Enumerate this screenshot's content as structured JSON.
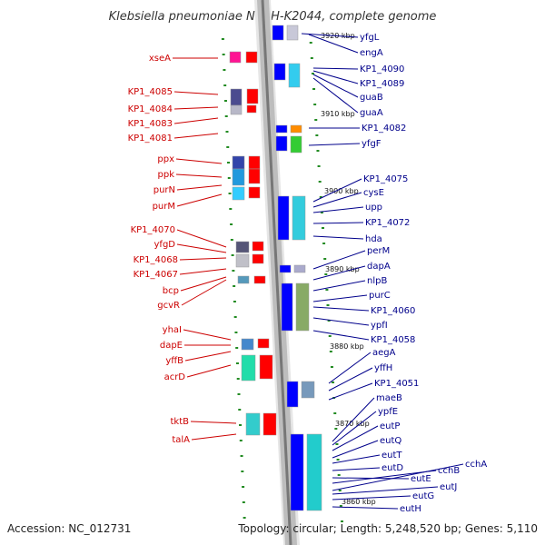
{
  "title": "Klebsiella pneumoniae NTUH-K2044, complete genome",
  "footer": {
    "accession": "Accession: NC_012731",
    "summary": "Topology: circular; Length: 5,248,520 bp; Genes: 5,110"
  },
  "colors": {
    "forward_label": "#cc0000",
    "reverse_label": "#00008b",
    "forward_arrow": "#ff0000",
    "reverse_arrow": "#0000ff",
    "backbone": "#888888",
    "tick": "#228b22"
  },
  "kbp_marks": [
    "3920 kbp",
    "3910 kbp",
    "3900 kbp",
    "3890 kbp",
    "3880 kbp",
    "3870 kbp",
    "3860 kbp"
  ],
  "forward_genes": [
    "xseA",
    "KP1_4085",
    "KP1_4084",
    "KP1_4083",
    "KP1_4081",
    "ppx",
    "ppk",
    "purN",
    "purM",
    "KP1_4070",
    "yfgD",
    "KP1_4068",
    "KP1_4067",
    "bcp",
    "gcvR",
    "yhaI",
    "dapE",
    "yffB",
    "acrD",
    "tktB",
    "talA"
  ],
  "reverse_genes": [
    "yfgL",
    "engA",
    "KP1_4090",
    "KP1_4089",
    "guaB",
    "guaA",
    "KP1_4082",
    "yfgF",
    "KP1_4075",
    "cysE",
    "upp",
    "KP1_4072",
    "hda",
    "perM",
    "dapA",
    "nlpB",
    "purC",
    "KP1_4060",
    "ypfI",
    "KP1_4058",
    "aegA",
    "yffH",
    "KP1_4051",
    "maeB",
    "ypfE",
    "eutP",
    "eutQ",
    "eutT",
    "eutD",
    "eutE",
    "cchB",
    "cchA",
    "eutJ",
    "eutG",
    "eutH"
  ]
}
